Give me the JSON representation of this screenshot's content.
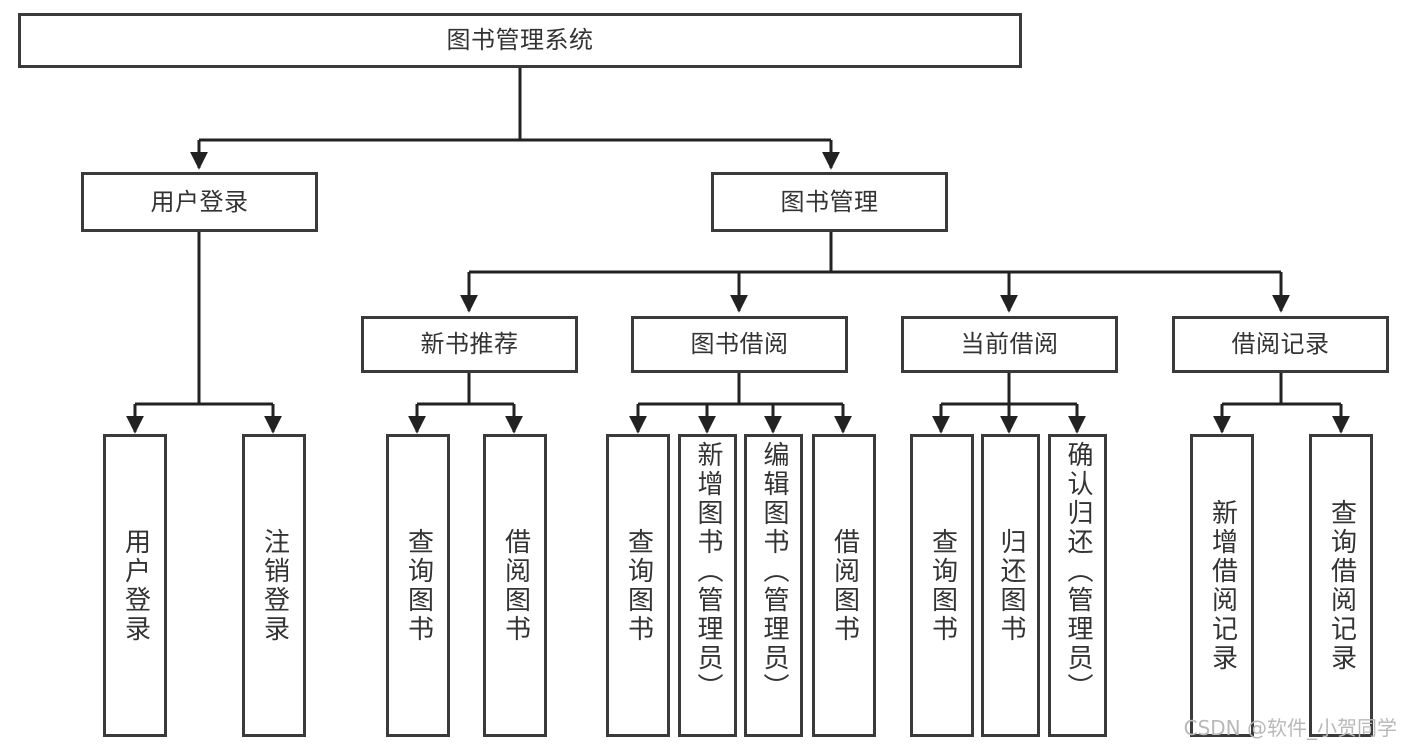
{
  "diagram": {
    "title": "图书管理系统",
    "watermark": "CSDN @软件_小贺同学",
    "colors": {
      "box_border": "#3a3a3a",
      "edge": "#222222",
      "text": "#333333",
      "background": "#ffffff",
      "watermark": "#b9b9b9"
    },
    "root": {
      "label": "图书管理系统"
    },
    "level2": [
      {
        "label": "用户登录"
      },
      {
        "label": "图书管理"
      }
    ],
    "level3": [
      {
        "label": "新书推荐"
      },
      {
        "label": "图书借阅"
      },
      {
        "label": "当前借阅"
      },
      {
        "label": "借阅记录"
      }
    ],
    "leaves": {
      "user_login": [
        {
          "label": "用户登录"
        },
        {
          "label": "注销登录"
        }
      ],
      "new_book": [
        {
          "label": "查询图书"
        },
        {
          "label": "借阅图书"
        }
      ],
      "book_borrow": [
        {
          "label": "查询图书"
        },
        {
          "label": "新增图书（管理员）"
        },
        {
          "label": "编辑图书（管理员）"
        },
        {
          "label": "借阅图书"
        }
      ],
      "current_borrow": [
        {
          "label": "查询图书"
        },
        {
          "label": "归还图书"
        },
        {
          "label": "确认归还（管理员）"
        }
      ],
      "borrow_record": [
        {
          "label": "新增借阅记录"
        },
        {
          "label": "查询借阅记录"
        }
      ]
    }
  }
}
